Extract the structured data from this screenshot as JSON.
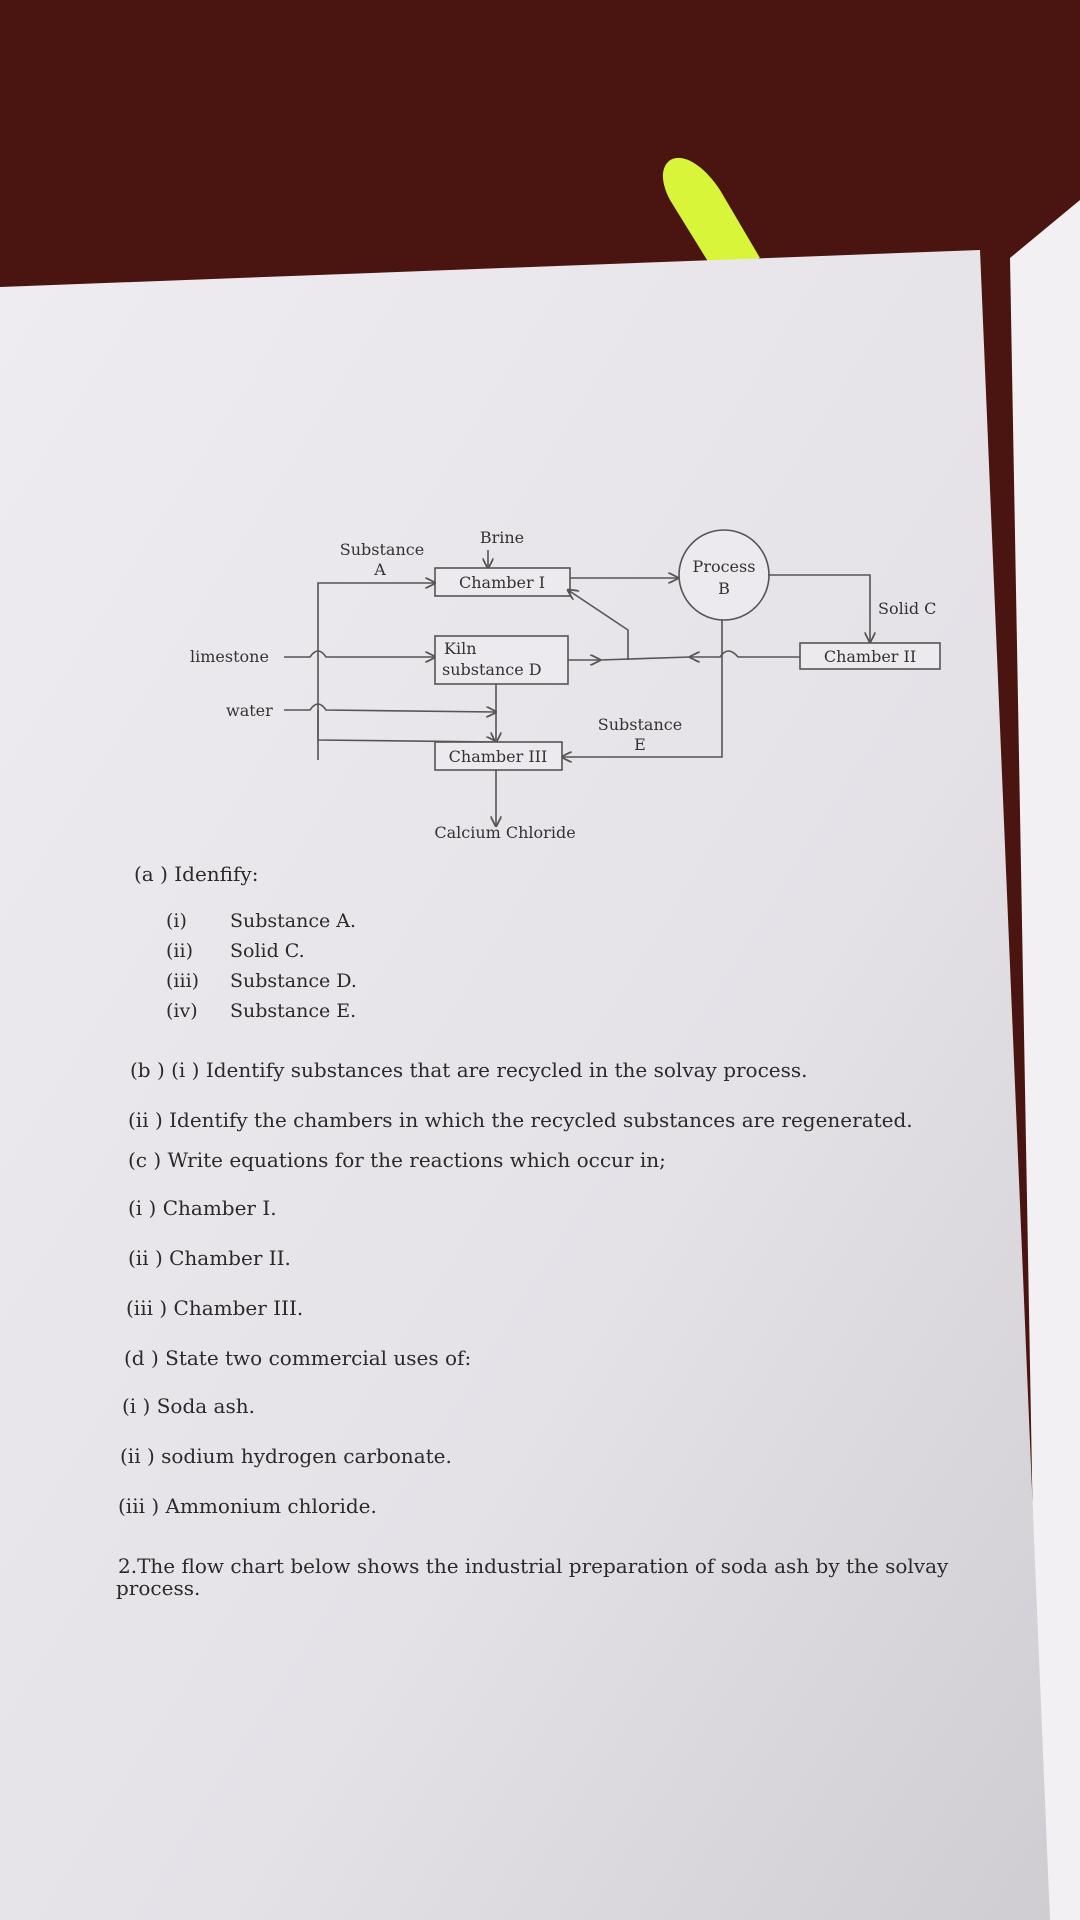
{
  "diagram": {
    "labels": {
      "substance_a": [
        "Substance",
        "A"
      ],
      "brine": "Brine",
      "chamber_1": "Chamber I",
      "process_b": [
        "Process",
        "B"
      ],
      "solid_c": "Solid C",
      "limestone": "limestone",
      "kiln": [
        "Kiln",
        "substance D"
      ],
      "chamber_2": "Chamber II",
      "water": "water",
      "substance_e": [
        "Substance",
        "E"
      ],
      "chamber_3": "Chamber III",
      "calcium_chloride": "Calcium Chloride"
    }
  },
  "questions": {
    "a": {
      "title": "(a ) Idenfify:",
      "items": [
        {
          "num": "(i)",
          "text": "Substance A."
        },
        {
          "num": "(ii)",
          "text": "Solid C."
        },
        {
          "num": "(iii)",
          "text": "Substance D."
        },
        {
          "num": "(iv)",
          "text": "Substance E."
        }
      ]
    },
    "b_i": "(b ) (i ) Identify substances that are recycled in the solvay process.",
    "b_ii": "(ii ) Identify the chambers in which the recycled substances are regenerated.",
    "c_title": "(c ) Write equations for the reactions which occur in;",
    "c_items": [
      "(i ) Chamber I.",
      "(ii ) Chamber II.",
      "(iii ) Chamber III."
    ],
    "d_title": "(d ) State two commercial uses of:",
    "d_items": [
      "(i ) Soda ash.",
      "(ii ) sodium hydrogen carbonate.",
      "(iii ) Ammonium chloride."
    ],
    "q2_line1": "2.The flow chart below shows the industrial preparation of soda ash by the solvay",
    "q2_line2": "process."
  },
  "colors": {
    "background_dark": "#4a1410",
    "paper": "#eceaee",
    "highlighter": "#d9f53a"
  }
}
